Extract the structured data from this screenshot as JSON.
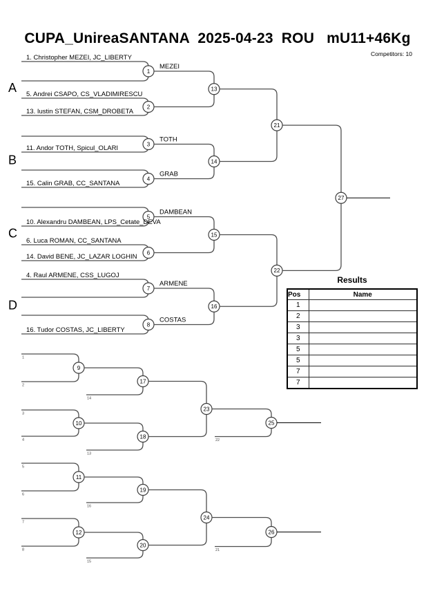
{
  "header": {
    "title": "CUPA_UnireaSANTANA  2025-04-23  ROU   mU11+46Kg",
    "competitors": "Competitors: 10"
  },
  "groups": [
    {
      "label": "A"
    },
    {
      "label": "B"
    },
    {
      "label": "C"
    },
    {
      "label": "D"
    }
  ],
  "main_bracket": {
    "round1": [
      {
        "id": "1",
        "top": "1. Christopher MEZEI, JC_LIBERTY",
        "bottom": "",
        "winner": "MEZEI"
      },
      {
        "id": "2",
        "top": "5. Andrei CSAPO, CS_VLADIMIRESCU",
        "bottom": "13. Iustin STEFAN, CSM_DROBETA",
        "winner": ""
      },
      {
        "id": "3",
        "top": "",
        "bottom": "11. Andor TOTH, Spicul_OLARI",
        "winner": "TOTH"
      },
      {
        "id": "4",
        "top": "",
        "bottom": "15. Calin GRAB, CC_SANTANA",
        "winner": "GRAB"
      },
      {
        "id": "5",
        "top": "",
        "bottom": "10. Alexandru DAMBEAN, LPS_Cetate_DEVA",
        "winner": "DAMBEAN"
      },
      {
        "id": "6",
        "top": "6. Luca ROMAN, CC_SANTANA",
        "bottom": "14. David BENE, JC_LAZAR LOGHIN",
        "winner": ""
      },
      {
        "id": "7",
        "top": "4. Raul ARMENE, CSS_LUGOJ",
        "bottom": "",
        "winner": "ARMENE"
      },
      {
        "id": "8",
        "top": "",
        "bottom": "16. Tudor COSTAS, JC_LIBERTY",
        "winner": "COSTAS"
      }
    ],
    "round2": [
      "13",
      "14",
      "15",
      "16"
    ],
    "round3": [
      "21",
      "22"
    ],
    "final": "27"
  },
  "repechage": [
    {
      "quarters": [
        {
          "id": "9",
          "seeds": [
            "1",
            "2"
          ]
        },
        {
          "id": "10",
          "seeds": [
            "3",
            "4"
          ]
        }
      ],
      "semis": [
        {
          "id": "17",
          "drop_seed": "14"
        },
        {
          "id": "18",
          "drop_seed": "13"
        }
      ],
      "final_id": "23",
      "decider": {
        "id": "25",
        "drop_seed": "22"
      }
    },
    {
      "quarters": [
        {
          "id": "11",
          "seeds": [
            "5",
            "6"
          ]
        },
        {
          "id": "12",
          "seeds": [
            "7",
            "8"
          ]
        }
      ],
      "semis": [
        {
          "id": "19",
          "drop_seed": "16"
        },
        {
          "id": "20",
          "drop_seed": "15"
        }
      ],
      "final_id": "24",
      "decider": {
        "id": "26",
        "drop_seed": "21"
      }
    }
  ],
  "results": {
    "title": "Results",
    "headers": [
      "Pos",
      "Name"
    ],
    "rows": [
      [
        "1",
        ""
      ],
      [
        "2",
        ""
      ],
      [
        "3",
        ""
      ],
      [
        "3",
        ""
      ],
      [
        "5",
        ""
      ],
      [
        "5",
        ""
      ],
      [
        "7",
        ""
      ],
      [
        "7",
        ""
      ]
    ]
  }
}
